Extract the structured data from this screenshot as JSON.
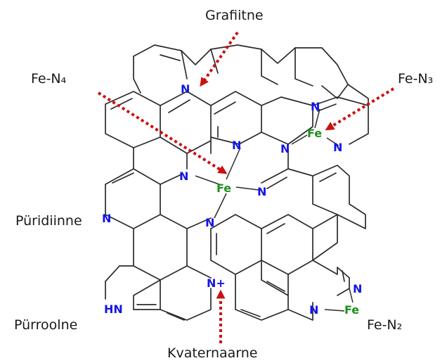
{
  "labels": {
    "graphitic": "Grafiitne",
    "fe_n4": "Fe-N₄",
    "fe_n3": "Fe-N₃",
    "pyridinic": "Püridiinne",
    "pyrrolic": "Pürroolne",
    "fe_n2": "Fe-N₂",
    "quaternary": "Kvaternaarne"
  },
  "atoms": {
    "n": "N",
    "fe": "Fe",
    "n_plus": "N+",
    "hn": "HN"
  },
  "colors": {
    "nitrogen": "#1414e6",
    "iron": "#1f8f1f",
    "arrow": "#cc1111",
    "bond": "#2b2b2b"
  }
}
